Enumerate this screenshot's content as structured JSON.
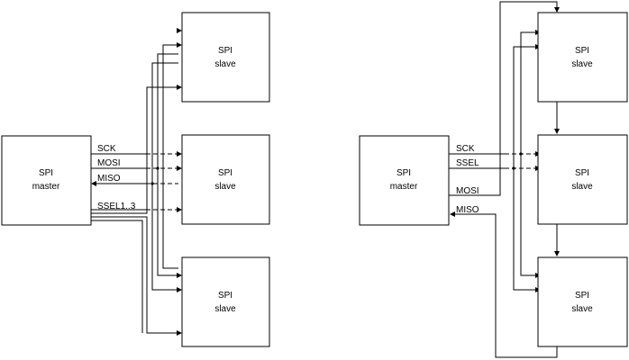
{
  "left_diagram": {
    "master": {
      "line1": "SPI",
      "line2": "master"
    },
    "signals": {
      "sck": "SCK",
      "mosi": "MOSI",
      "miso": "MISO",
      "ssel": "SSEL1..3"
    },
    "slaves": [
      {
        "line1": "SPI",
        "line2": "slave"
      },
      {
        "line1": "SPI",
        "line2": "slave"
      },
      {
        "line1": "SPI",
        "line2": "slave"
      }
    ]
  },
  "right_diagram": {
    "master": {
      "line1": "SPI",
      "line2": "master"
    },
    "signals": {
      "sck": "SCK",
      "ssel": "SSEL",
      "mosi": "MOSI",
      "miso": "MISO"
    },
    "slaves": [
      {
        "line1": "SPI",
        "line2": "slave"
      },
      {
        "line1": "SPI",
        "line2": "slave"
      },
      {
        "line1": "SPI",
        "line2": "slave"
      }
    ]
  }
}
